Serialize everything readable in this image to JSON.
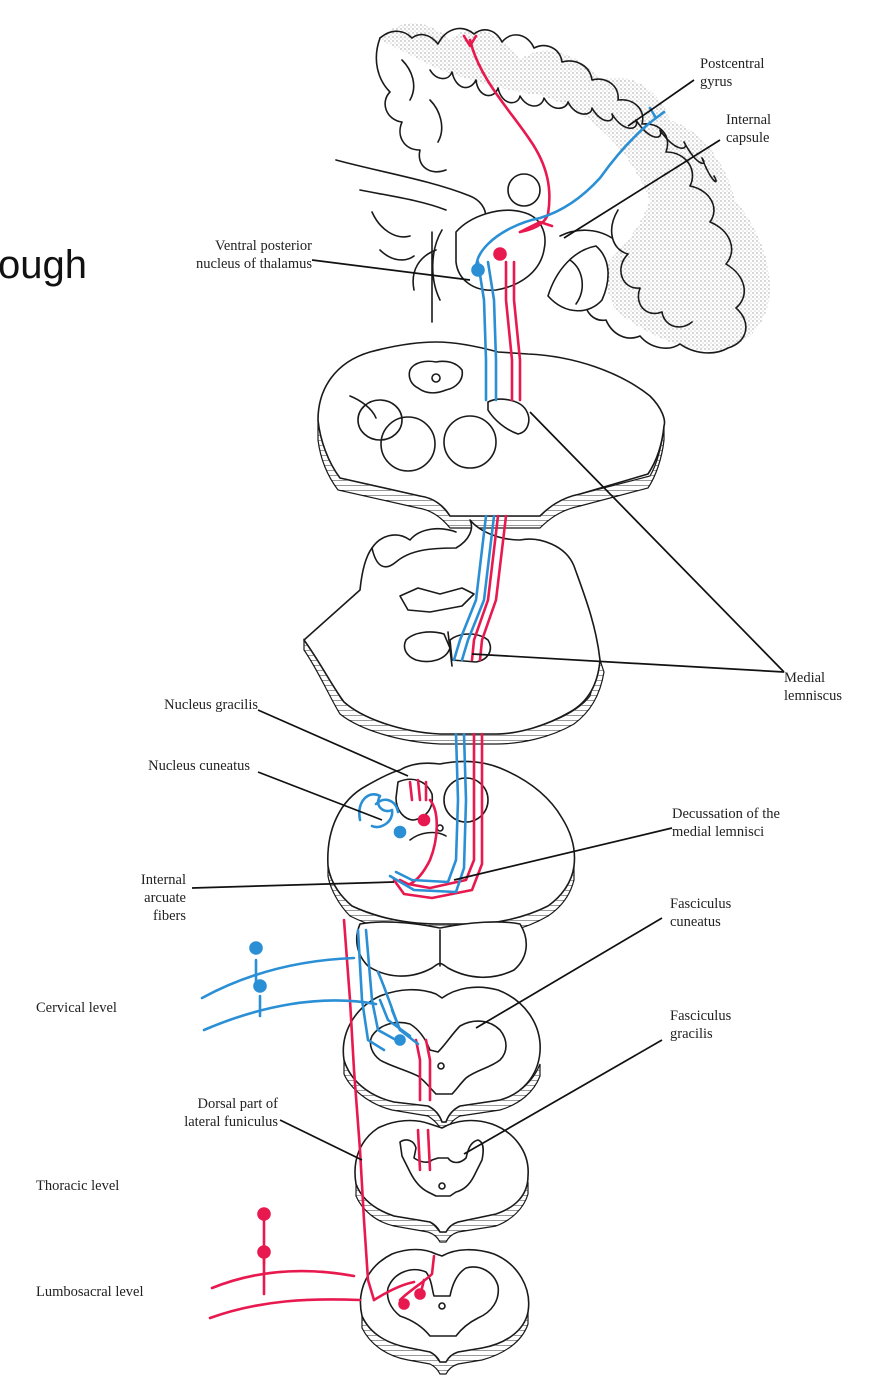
{
  "partial_text": "ough",
  "labels": {
    "postcentral_gyrus": [
      "Postcentral",
      "gyrus"
    ],
    "internal_capsule": [
      "Internal",
      "capsule"
    ],
    "vpn_thalamus": [
      "Ventral posterior",
      "nucleus of thalamus"
    ],
    "medial_lemniscus": [
      "Medial",
      "lemniscus"
    ],
    "nucleus_gracilis": "Nucleus gracilis",
    "nucleus_cuneatus": "Nucleus cuneatus",
    "decussation": [
      "Decussation of the",
      "medial lemnisci"
    ],
    "internal_arcuate": [
      "Internal",
      "arcuate",
      "fibers"
    ],
    "fasciculus_cuneatus": [
      "Fasciculus",
      "cuneatus"
    ],
    "fasciculus_gracilis": [
      "Fasciculus",
      "gracilis"
    ],
    "cervical_level": "Cervical level",
    "dorsal_lateral_funiculus": [
      "Dorsal part of",
      "lateral funiculus"
    ],
    "thoracic_level": "Thoracic level",
    "lumbosacral_level": "Lumbosacral level"
  },
  "colors": {
    "upper_body_pathway": "#2a8fd4",
    "lower_body_pathway": "#e8194f",
    "outline": "#1a1a1a"
  }
}
